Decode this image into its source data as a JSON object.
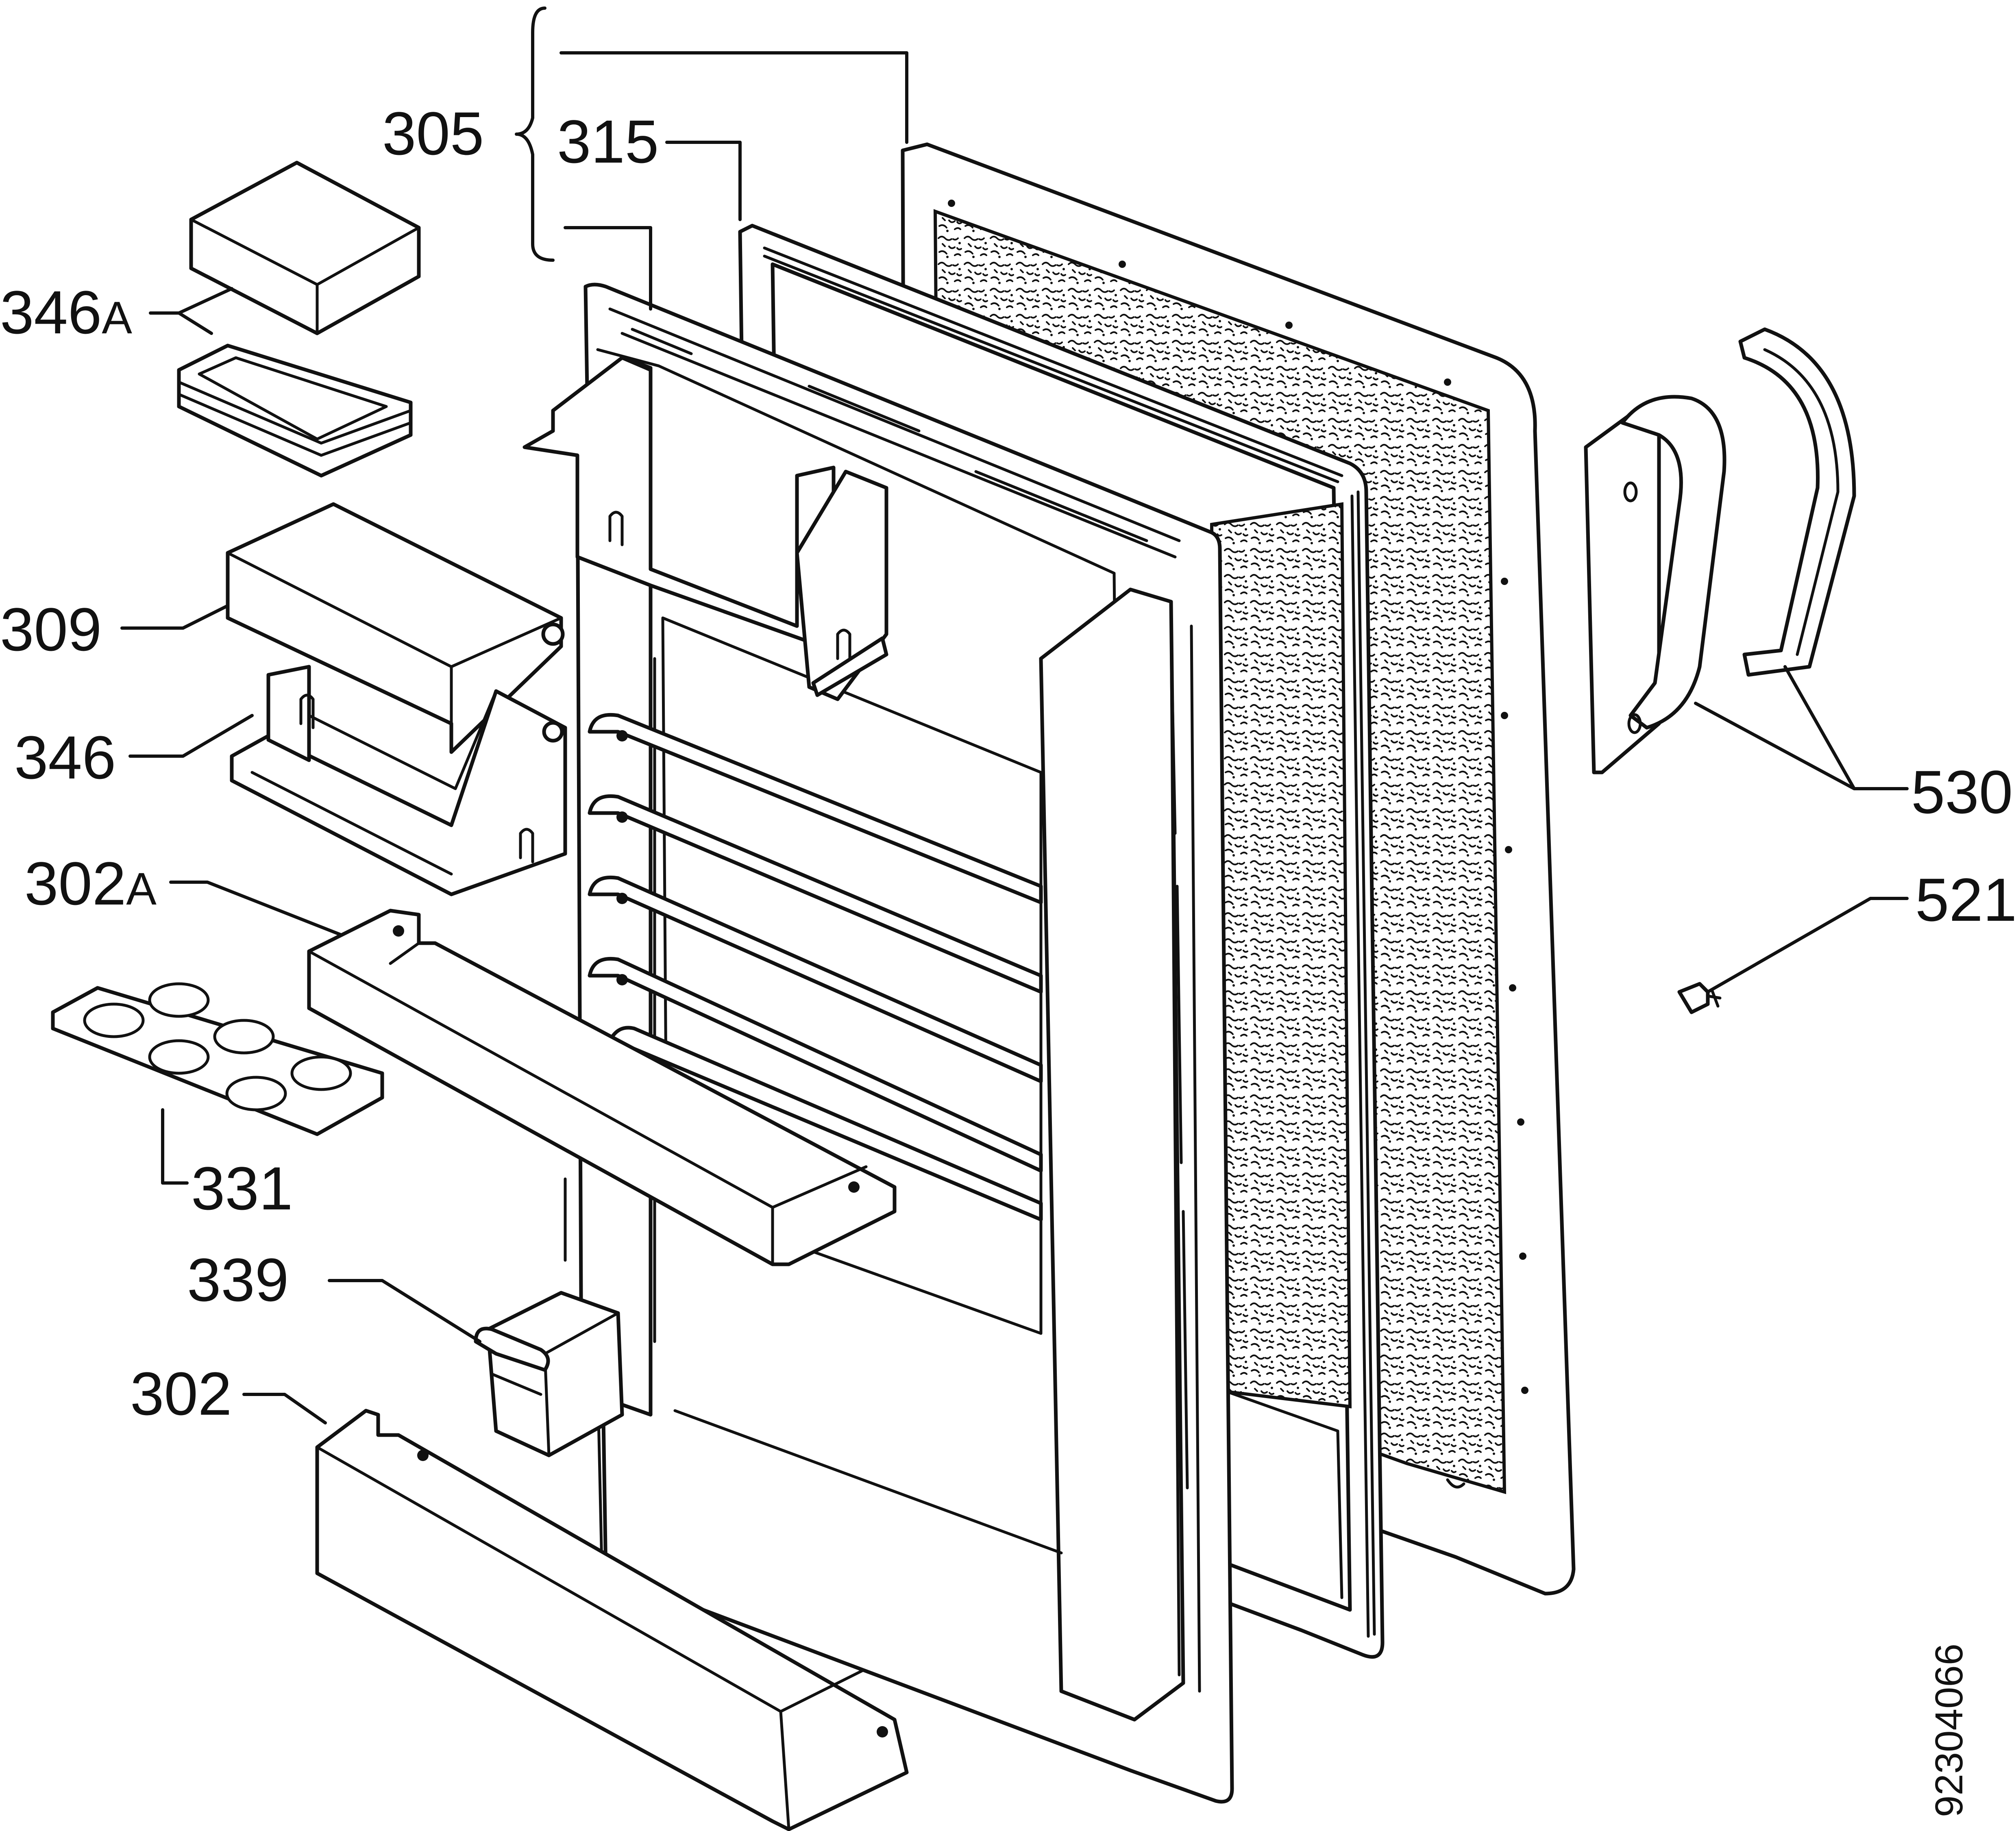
{
  "labels": {
    "p305": "305",
    "p315": "315",
    "p346a": "346",
    "p346a_suffix": "A",
    "p309": "309",
    "p346": "346",
    "p302a": "302",
    "p302a_suffix": "A",
    "p331": "331",
    "p339": "339",
    "p302": "302",
    "p530": "530",
    "p521": "521"
  },
  "drawing_code": "92304066",
  "colors": {
    "ink": "#111111",
    "paper": "#ffffff"
  }
}
